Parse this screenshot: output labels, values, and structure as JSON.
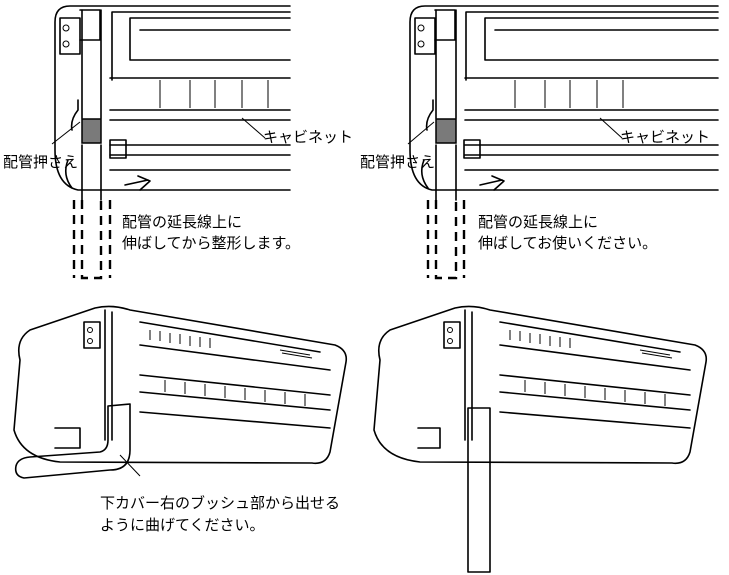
{
  "panels": {
    "top_left": {
      "label_holder": "配管押さえ",
      "label_cabinet": "キャビネット",
      "caption_line1": "配管の延長線上に",
      "caption_line2": "伸ばしてから整形します。"
    },
    "top_right": {
      "label_holder": "配管押さえ",
      "label_cabinet": "キャビネット",
      "caption_line1": "配管の延長線上に",
      "caption_line2": "伸ばしてお使いください。"
    },
    "bottom_left": {
      "caption_line1": "下カバー右のブッシュ部から出せる",
      "caption_line2": "ように曲げてください。"
    }
  },
  "colors": {
    "line": "#000000",
    "pipe_holder_fill": "#7a7a7a",
    "background": "#ffffff"
  }
}
